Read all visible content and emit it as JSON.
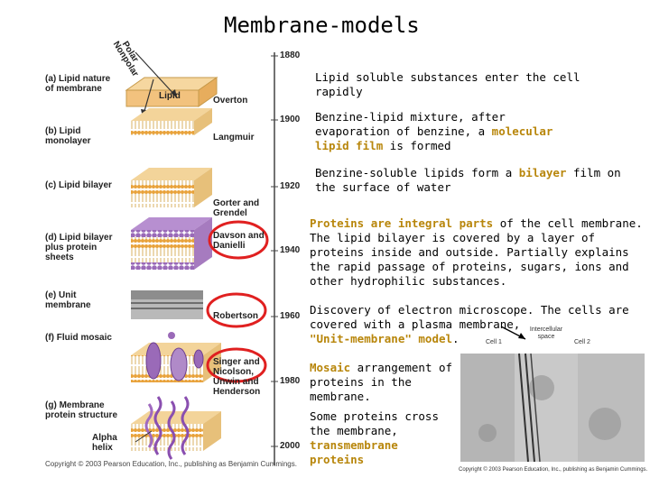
{
  "title": "Membrane-models",
  "diagram": {
    "years": [
      "1880",
      "1900",
      "1920",
      "1940",
      "1960",
      "1980",
      "2000"
    ],
    "polar_label": "Polar",
    "nonpolar_label": "Nonpolar",
    "lipid_box_label": "Lipid",
    "models": [
      {
        "letter": "(a)",
        "name": "Lipid nature of membrane",
        "authors": "Overton"
      },
      {
        "letter": "(b)",
        "name": "Lipid monolayer",
        "authors": "Langmuir"
      },
      {
        "letter": "(c)",
        "name": "Lipid bilayer",
        "authors": "Gorter and Grendel"
      },
      {
        "letter": "(d)",
        "name": "Lipid bilayer plus protein sheets",
        "authors": "Davson and Danielli"
      },
      {
        "letter": "(e)",
        "name": "Unit membrane",
        "authors": "Robertson"
      },
      {
        "letter": "(f)",
        "name": "Fluid mosaic",
        "authors": "Singer and Nicolson, Unwin and Henderson"
      },
      {
        "letter": "(g)",
        "name": "Membrane protein structure",
        "authors": ""
      }
    ],
    "alpha_helix_label": "Alpha helix",
    "copyright": "Copyright © 2003 Pearson Education, Inc., publishing as Benjamin Cummings.",
    "circle_color": "#e02020"
  },
  "notes": {
    "n1": "Lipid soluble substances enter the cell rapidly",
    "n2_pre": "Benzine-lipid mixture, after evaporation of benzine, a ",
    "n2_hl": "molecular lipid film",
    "n2_post": " is formed",
    "n3_pre": "Benzine-soluble lipids form a ",
    "n3_hl": "bilayer",
    "n3_post": " film on the surface of water",
    "n4_hl": "Proteins are integral parts",
    "n4_post": " of the cell membrane. The lipid bilayer is covered by a layer of proteins inside and outside. Partially explains the rapid passage of proteins, sugars, ions and other hydrophilic substances.",
    "n5": "Discovery of electron microscope. The cells are covered with a plasma membrane,",
    "n5_hl": "\"Unit-membrane\" model",
    "n5_end": ".",
    "n6_hl": "Mosaic",
    "n6_post": " arrangement of proteins in the membrane.",
    "n7_pre": "Some proteins cross the membrane, ",
    "n7_hl": "transmembrane proteins",
    "highlight_color": "#b8860b"
  },
  "micrograph": {
    "intercellular_label": "Intercellular space",
    "cell1_label": "Cell 1",
    "cell2_label": "Cell 2",
    "copyright": "Copyright © 2003 Pearson Education, Inc., publishing as Benjamin Cummings."
  }
}
